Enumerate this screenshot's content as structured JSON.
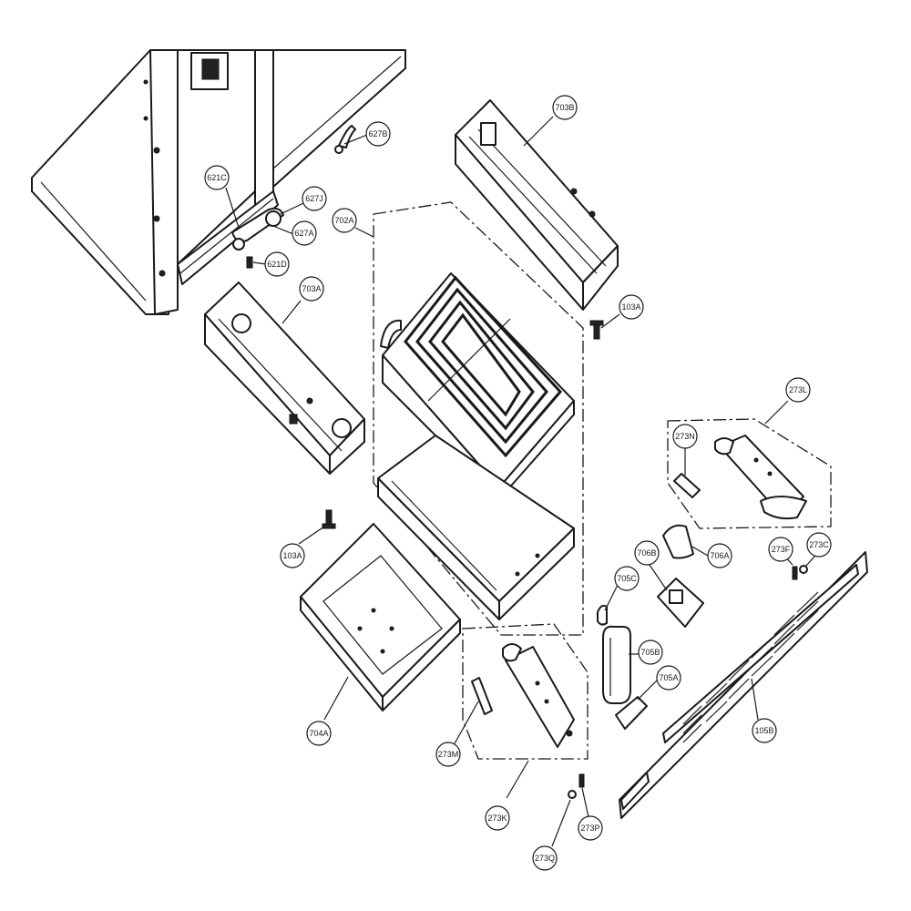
{
  "callouts": {
    "c627B": "627B",
    "c621C": "621C",
    "c627J": "627J",
    "c627A": "627A",
    "c621D": "621D",
    "c703B": "703B",
    "c702A": "702A",
    "c703A_top": "703A",
    "c103A_right": "103A",
    "c273L": "273L",
    "c273N": "273N",
    "c103A_left": "103A",
    "c706B": "706B",
    "c706A": "706A",
    "c273F": "273F",
    "c273C": "273C",
    "c705C": "705C",
    "c705B": "705B",
    "c705A": "705A",
    "c105B": "105B",
    "c704A": "704A",
    "c273M": "273M",
    "c273K": "273K",
    "c273P": "273P",
    "c273Q": "273Q"
  }
}
